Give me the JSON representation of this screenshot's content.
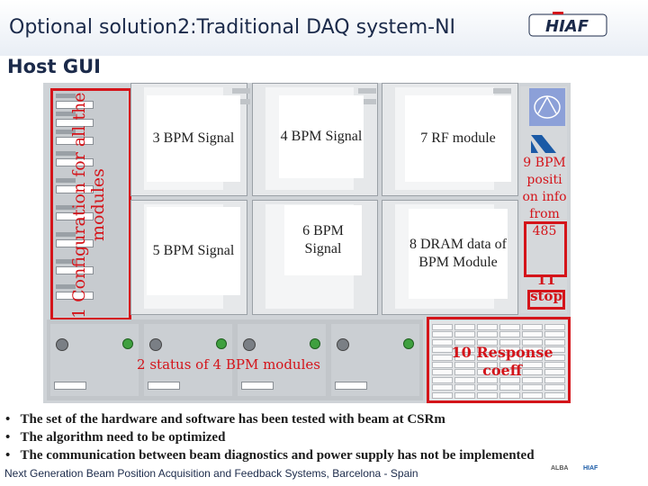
{
  "slide": {
    "title": "Optional solution2:Traditional DAQ system-NI",
    "subtitle": "Host GUI",
    "logo_text": "HIAF"
  },
  "annotations": {
    "a1": "1 Configuration for all the modules",
    "a3": "3 BPM Signal",
    "a4": "4 BPM Signal",
    "a5": "5 BPM Signal",
    "a6": "6 BPM Signal",
    "a7": "7 RF module",
    "a8": "8 DRAM data of BPM Module",
    "a9": "9 BPM positi on info from 485",
    "a11": "11 stop",
    "a2": "2 status of 4 BPM modules",
    "a10": "10 Response coeff"
  },
  "bullets": [
    "The set of the hardware and software has been tested with beam at CSRm",
    "The algorithm need to be optimized",
    "The communication between beam diagnostics and power supply has not be implemented"
  ],
  "footer": {
    "text": "Next Generation Beam Position Acquisition and Feedback Systems, Barcelona - Spain",
    "logo_left": "ALBA",
    "logo_right": "HIAF"
  },
  "colors": {
    "accent_red": "#d4141a",
    "title_navy": "#1b2a4a"
  }
}
